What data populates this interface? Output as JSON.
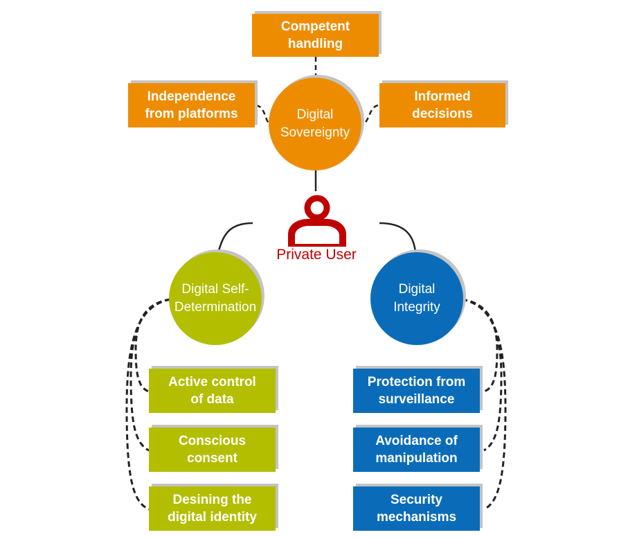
{
  "center": {
    "icon": "user-icon",
    "label": "Private User"
  },
  "sovereignty": {
    "label": "Digital\nSovereignty",
    "color": "#ee8c00",
    "top": "Competent\nhandling",
    "left": "Independence\nfrom platforms",
    "right": "Informed\ndecisions"
  },
  "self_determination": {
    "label": "Digital Self-\nDetermination",
    "color": "#b3be00",
    "items": [
      "Active control\nof data",
      "Conscious\nconsent",
      "Desining the\ndigital identity"
    ]
  },
  "integrity": {
    "label": "Digital\nIntegrity",
    "color": "#0a6cb8",
    "items": [
      "Protection from\nsurveillance",
      "Avoidance of\nmanipulation",
      "Security\nmechanisms"
    ]
  }
}
